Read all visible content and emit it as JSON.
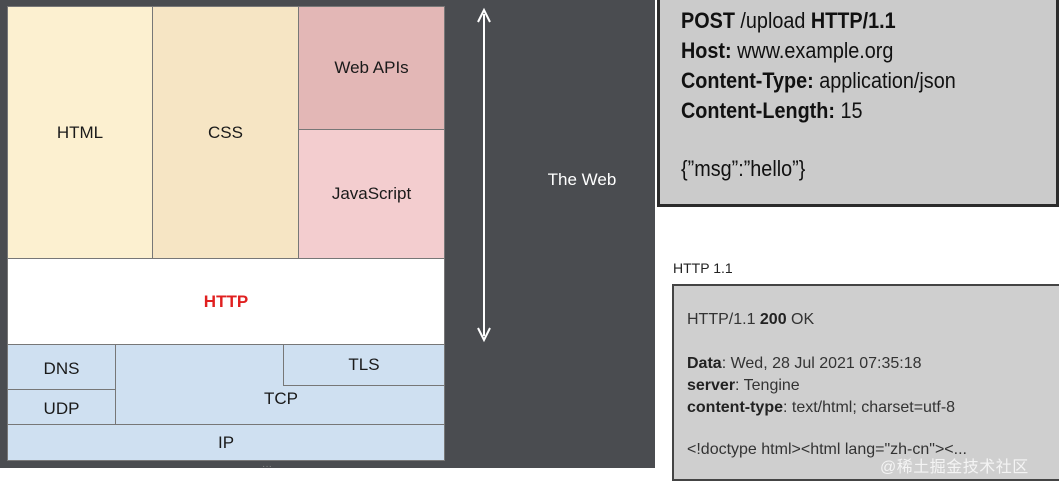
{
  "stack": {
    "html": "HTML",
    "css": "CSS",
    "web_apis": "Web APIs",
    "javascript": "JavaScript",
    "http": "HTTP",
    "dns": "DNS",
    "tls": "TLS",
    "tcp": "TCP",
    "udp": "UDP",
    "ip": "IP"
  },
  "web_label": "The Web",
  "request": {
    "method": "POST",
    "path": " /upload ",
    "version": "HTTP/1.1",
    "host_key": "Host:",
    "host_val": " www.example.org",
    "ctype_key": "Content-Type:",
    "ctype_val": " application/json",
    "clen_key": "Content-Length:",
    "clen_val": " 15",
    "body": "{”msg”:”hello”}"
  },
  "response": {
    "title": "HTTP 1.1",
    "status_prefix": "HTTP/1.1 ",
    "status_code": "200",
    "status_text": " OK",
    "data_key": "Data",
    "data_val": ": Wed, 28 Jul 2021 07:35:18",
    "server_key": "server",
    "server_val": ": Tengine",
    "ctype_key": "content-type",
    "ctype_val": ": text/html; charset=utf-8",
    "body": "<!doctype html><html lang=\"zh-cn\"><..."
  },
  "watermark": "@稀土掘金技术社区",
  "colors": {
    "dark_bg": "#4a4c50",
    "http_red": "#e02020",
    "blue_layer": "#cfe0f1"
  }
}
